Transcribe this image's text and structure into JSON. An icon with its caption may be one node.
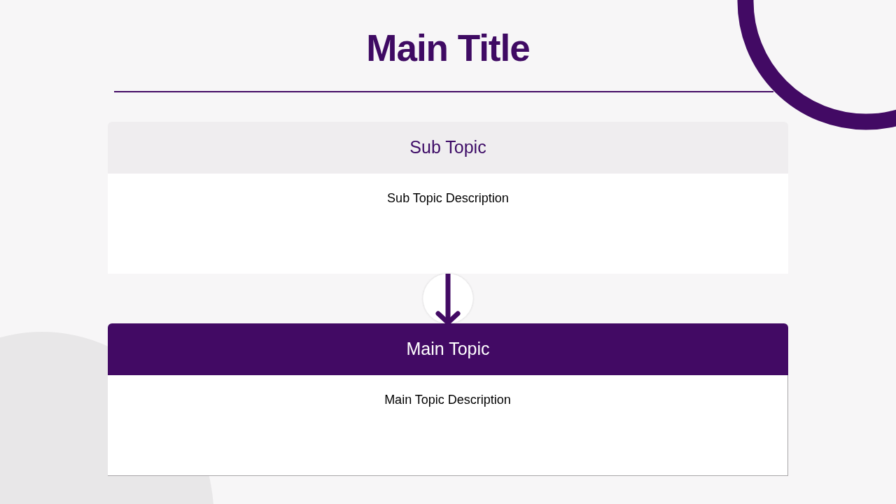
{
  "diagram": {
    "title": "Main Title",
    "nodes": [
      {
        "text": [
          "Sub Topic",
          "Sub Topic Description"
        ]
      },
      {
        "text": [
          "Main Topic",
          "Main Topic Description"
        ]
      }
    ],
    "edges": [
      {
        "from": 0,
        "to": 1,
        "arrow": "to"
      }
    ]
  }
}
